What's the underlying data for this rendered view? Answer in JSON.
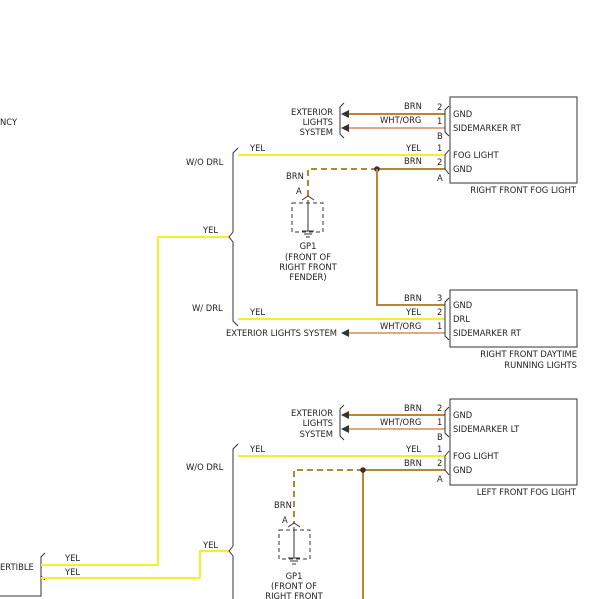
{
  "colors": {
    "yel": "#f5ee2a",
    "brn": "#b8862f",
    "org": "#d98c5a",
    "black": "#333333"
  },
  "left_edge": {
    "top_fragment": "NCY",
    "bottom_fragment": "ERTIBLE",
    "wire_upper": "YEL",
    "wire_lower": "YEL"
  },
  "trunk": {
    "upper": "YEL",
    "lower": "YEL"
  },
  "right_fog": {
    "exterior_label": [
      "EXTERIOR",
      "LIGHTS",
      "SYSTEM"
    ],
    "title": "RIGHT FRONT FOG LIGHT",
    "wires": [
      {
        "color": "BRN",
        "pin": "2",
        "name": "GND"
      },
      {
        "color": "WHT/ORG",
        "pin": "1",
        "name": "SIDEMARKER RT"
      },
      {
        "color": "",
        "pin": "B",
        "name": ""
      },
      {
        "color": "YEL",
        "pin": "1",
        "name": "FOG LIGHT"
      },
      {
        "color": "BRN",
        "pin": "2",
        "name": "GND"
      },
      {
        "color": "",
        "pin": "A",
        "name": ""
      }
    ],
    "yel_lead": "YEL",
    "option": "W/O DRL",
    "ground_wire": "BRN",
    "ground_conn": "A",
    "ground_name": "GP1",
    "ground_desc": [
      "(FRONT OF",
      "RIGHT FRONT",
      "FENDER)"
    ]
  },
  "drl": {
    "title": [
      "RIGHT FRONT DAYTIME",
      "RUNNING LIGHTS"
    ],
    "option": "W/ DRL",
    "yel_lead": "YEL",
    "exterior_label": "EXTERIOR LIGHTS SYSTEM",
    "wires": [
      {
        "color": "BRN",
        "pin": "3",
        "name": "GND"
      },
      {
        "color": "YEL",
        "pin": "2",
        "name": "DRL"
      },
      {
        "color": "WHT/ORG",
        "pin": "1",
        "name": "SIDEMARKER RT"
      }
    ]
  },
  "left_fog": {
    "exterior_label": [
      "EXTERIOR",
      "LIGHTS",
      "SYSTEM"
    ],
    "title": "LEFT FRONT FOG LIGHT",
    "wires": [
      {
        "color": "BRN",
        "pin": "2",
        "name": "GND"
      },
      {
        "color": "WHT/ORG",
        "pin": "1",
        "name": "SIDEMARKER LT"
      },
      {
        "color": "",
        "pin": "B",
        "name": ""
      },
      {
        "color": "YEL",
        "pin": "1",
        "name": "FOG LIGHT"
      },
      {
        "color": "BRN",
        "pin": "2",
        "name": "GND"
      },
      {
        "color": "",
        "pin": "A",
        "name": ""
      }
    ],
    "yel_lead": "YEL",
    "option": "W/O DRL",
    "ground_wire": "BRN",
    "ground_conn": "A",
    "ground_name": "GP1",
    "ground_desc": [
      "(FRONT OF",
      "RIGHT FRONT"
    ]
  }
}
